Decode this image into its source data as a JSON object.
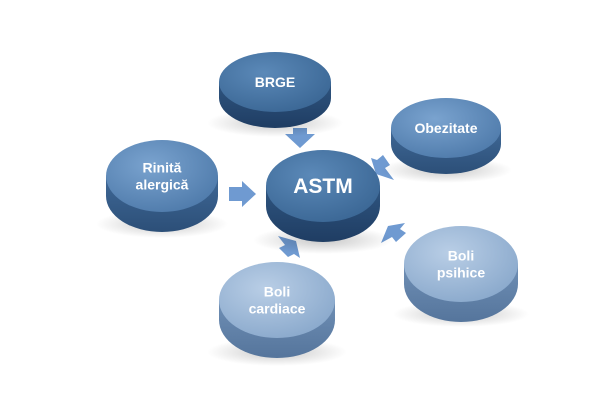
{
  "colors": {
    "dark_top": "#4a78a6",
    "dark_side": "#2f5580",
    "mid_top": "#5f8cbc",
    "mid_side": "#3f6896",
    "light_top": "#9fbbd9",
    "light_side": "#6f8fb5",
    "arrow": "#6f9ad1",
    "text": "#ffffff"
  },
  "diagram": {
    "center": {
      "label": "ASTM"
    },
    "nodes": [
      {
        "id": "brge",
        "lines": [
          "BRGE"
        ]
      },
      {
        "id": "obezitate",
        "lines": [
          "Obezitate"
        ]
      },
      {
        "id": "rinita",
        "lines": [
          "Rinită",
          "alergică"
        ]
      },
      {
        "id": "boli-cardiace",
        "lines": [
          "Boli",
          "cardiace"
        ]
      },
      {
        "id": "boli-psihice",
        "lines": [
          "Boli",
          "psihice"
        ]
      }
    ]
  }
}
